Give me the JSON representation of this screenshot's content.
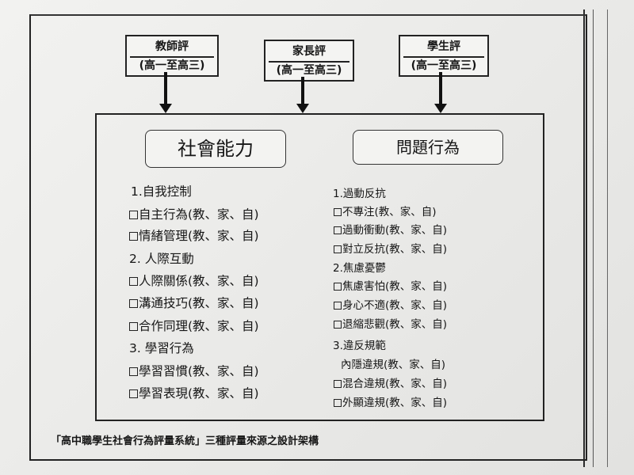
{
  "sources": [
    {
      "name": "教師評",
      "range": "(高一至高三)"
    },
    {
      "name": "家長評",
      "range": "(高一至高三)"
    },
    {
      "name": "學生評",
      "range": "(高一至高三)"
    }
  ],
  "social": {
    "title": "社會能力",
    "groups": [
      {
        "heading": "1.自我控制",
        "items": [
          "自主行為(教、家、自)",
          "情緒管理(教、家、自)"
        ]
      },
      {
        "heading": "2. 人際互動",
        "items": [
          "人際關係(教、家、自)",
          "溝通技巧(教、家、自)",
          "合作同理(教、家、自)"
        ]
      },
      {
        "heading": "3. 學習行為",
        "items": [
          "學習習慣(教、家、自)",
          "學習表現(教、家、自)"
        ]
      }
    ]
  },
  "problem": {
    "title": "問題行為",
    "groups": [
      {
        "heading": "1.過動反抗",
        "items": [
          "不專注(教、家、自)",
          "過動衝動(教、家、自)",
          "對立反抗(教、家、自)"
        ]
      },
      {
        "heading": "2.焦慮憂鬱",
        "items": [
          "焦慮害怕(教、家、自)",
          "身心不適(教、家、自)",
          "退縮悲觀(教、家、自)"
        ]
      },
      {
        "heading": "3.違反規範",
        "items": [
          "內隱違規(教、家、自)",
          "混合違規(教、家、自)",
          "外顯違規(教、家、自)"
        ]
      }
    ]
  },
  "caption": "「高中職學生社會行為評量系統」三種評量來源之設計架構"
}
